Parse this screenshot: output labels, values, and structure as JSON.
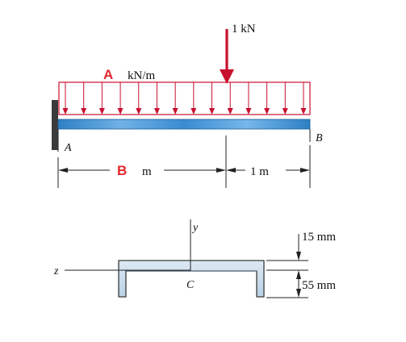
{
  "beam": {
    "point_load_label": "1 kN",
    "dist_load_var": "A",
    "dist_load_unit": "kN/m",
    "support_left": "A",
    "support_right": "B",
    "dim_left_var": "B",
    "dim_left_unit": "m",
    "dim_right": "1 m"
  },
  "section": {
    "axis_y": "y",
    "axis_z": "z",
    "centroid": "C",
    "dim_top": "15 mm",
    "dim_depth": "55 mm"
  },
  "colors": {
    "load": "#c8102e",
    "variable": "#e4252c",
    "beam": "#3c8ed0",
    "section_fill": "#cfe0ee"
  }
}
